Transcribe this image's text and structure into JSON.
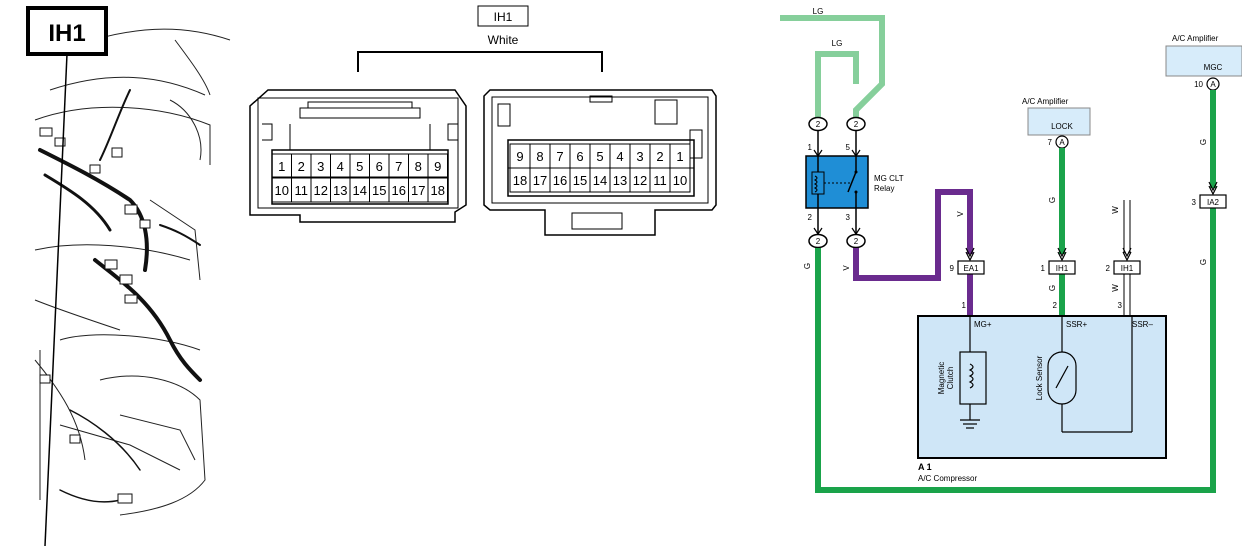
{
  "callout_label": "IH1",
  "connector_face": {
    "id_label": "IH1",
    "color_label": "White",
    "left_view": {
      "top_row": [
        "1",
        "2",
        "3",
        "4",
        "5",
        "6",
        "7",
        "8",
        "9"
      ],
      "bottom_row": [
        "10",
        "11",
        "12",
        "13",
        "14",
        "15",
        "16",
        "17",
        "18"
      ]
    },
    "right_view": {
      "top_row": [
        "9",
        "8",
        "7",
        "6",
        "5",
        "4",
        "3",
        "2",
        "1"
      ],
      "bottom_row": [
        "18",
        "17",
        "16",
        "15",
        "14",
        "13",
        "12",
        "11",
        "10"
      ]
    }
  },
  "schematic": {
    "wire_top_lg": "LG",
    "wire_inner_lg": "LG",
    "relay": {
      "name": "MG CLT\nRelay",
      "line1": "MG CLT",
      "line2": "Relay",
      "pin_top_left": "1",
      "pin_top_right": "5",
      "pin_bottom_left": "2",
      "pin_bottom_right": "3",
      "circle_top_left": "2",
      "circle_top_right": "2",
      "circle_bottom_left": "2",
      "circle_bottom_right": "2"
    },
    "wire_g_left": "G",
    "wire_v_left": "V",
    "wire_v_top": "V",
    "ea1": {
      "label": "EA1",
      "pin_in": "9",
      "pin_out": "1"
    },
    "amp_lock": {
      "title": "A/C Amplifier",
      "terminal": "LOCK",
      "pin": "7",
      "letter": "A"
    },
    "amp_mgc": {
      "title": "A/C Amplifier",
      "terminal": "MGC",
      "pin": "10",
      "letter": "A"
    },
    "ih1_a": {
      "label": "IH1",
      "pin_in": "1",
      "pin_out": "2"
    },
    "ih1_b": {
      "label": "IH1",
      "pin_in": "2",
      "pin_out": "3"
    },
    "ia2": {
      "label": "IA2",
      "pin": "3"
    },
    "wire_g_lock_upper": "G",
    "wire_g_lock_lower": "G",
    "wire_w_upper": "W",
    "wire_w_lower": "W",
    "wire_g_mgc_upper": "G",
    "wire_g_mgc_lower": "G",
    "compressor": {
      "id": "A 1",
      "name": "A/C Compressor",
      "term_mg": "MG+",
      "term_ssr_plus": "SSR+",
      "term_ssr_minus": "SSR–",
      "clutch_label_1": "Magnetic",
      "clutch_label_2": "Clutch",
      "sensor_label": "Lock Sensor"
    }
  },
  "colors": {
    "green": "#1aa34a",
    "light_green": "#86cf9b",
    "purple": "#6a2b8e",
    "relay_blue": "#1f8ed6",
    "box_blue": "#cfe6f7",
    "amp_blue": "#d7ecfa"
  }
}
